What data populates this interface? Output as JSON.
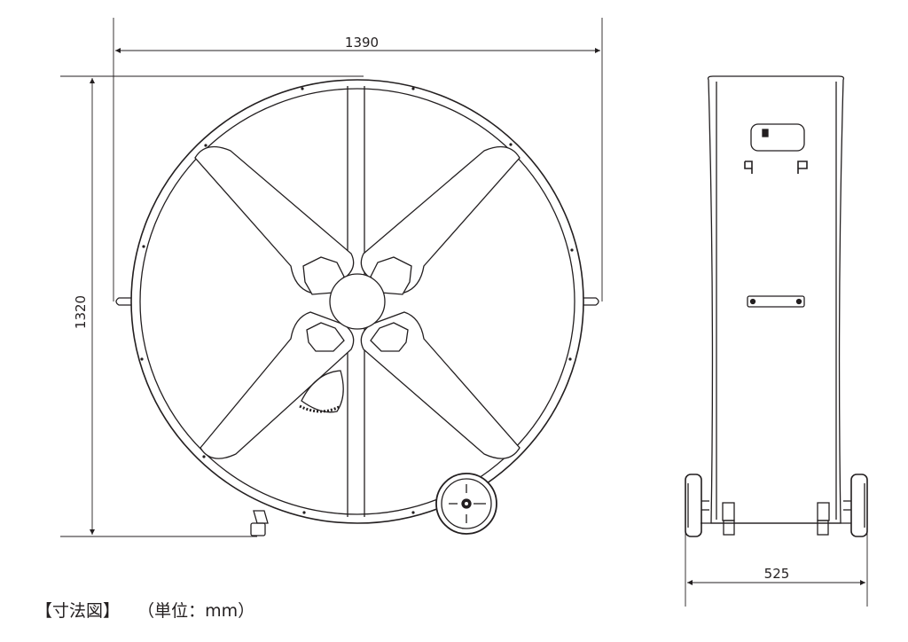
{
  "diagram": {
    "dimensions": {
      "width": "1390",
      "height": "1320",
      "depth": "525"
    },
    "caption": {
      "title": "【寸法図】",
      "unit": "（単位：mm）"
    },
    "colors": {
      "line": "#231f20",
      "background": "#ffffff"
    }
  }
}
